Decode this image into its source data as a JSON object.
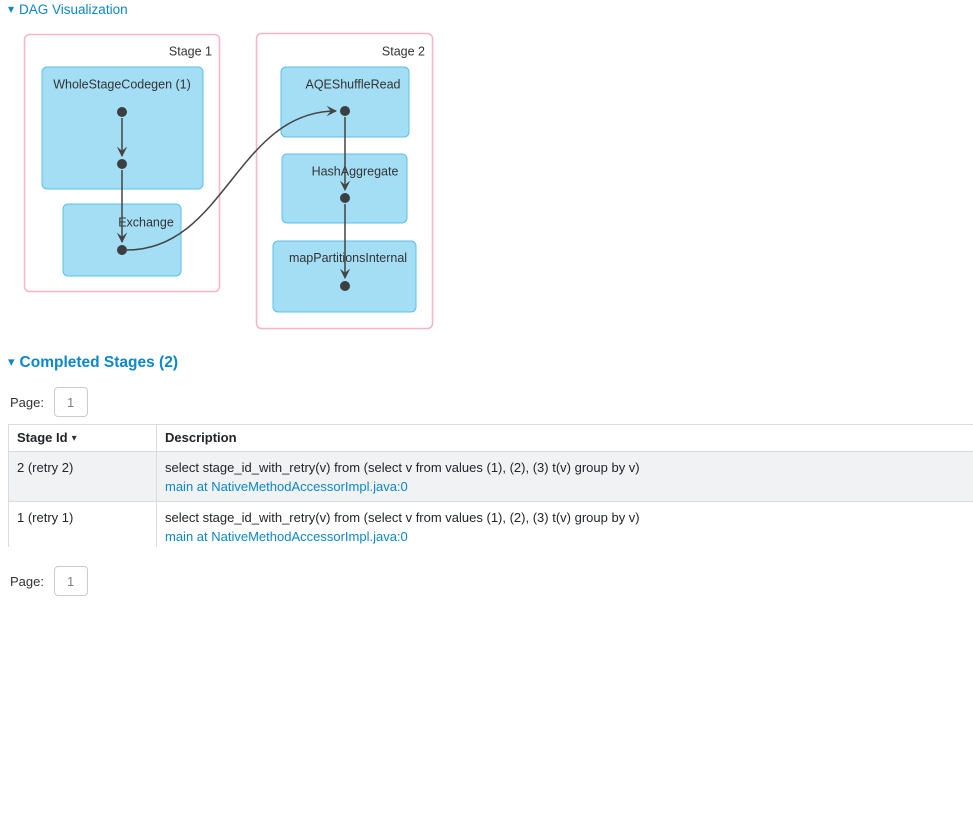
{
  "icons": {
    "caret_down": "▾",
    "sort_down": "▾"
  },
  "colors": {
    "link_blue": "#0d87c9",
    "stage_cluster_border": "#f9b3c7",
    "node_fill": "#a4def5",
    "node_border": "#57c0ec",
    "edge": "#444444",
    "striped_row": "#f1f2f3"
  },
  "sections": {
    "dag_title": "DAG Visualization",
    "stages_title": "Completed Stages (2)"
  },
  "dag": {
    "stage1_label": "Stage 1",
    "stage2_label": "Stage 2",
    "nodes": {
      "wholestagecodegen": "WholeStageCodegen (1)",
      "exchange": "Exchange",
      "aqeshuffleread": "AQEShuffleRead",
      "hashaggregate": "HashAggregate",
      "mappartitionsinternal": "mapPartitionsInternal"
    }
  },
  "pagination_top": {
    "label": "Page:",
    "value": "1"
  },
  "pagination_bottom": {
    "label": "Page:",
    "value": "1"
  },
  "table": {
    "columns": [
      "Stage Id",
      "Description"
    ],
    "rows": [
      {
        "stage_id": "2 (retry 2)",
        "description": "select stage_id_with_retry(v) from (select v from values (1), (2), (3) t(v) group by v)",
        "link": "main at NativeMethodAccessorImpl.java:0"
      },
      {
        "stage_id": "1 (retry 1)",
        "description": "select stage_id_with_retry(v) from (select v from values (1), (2), (3) t(v) group by v)",
        "link": "main at NativeMethodAccessorImpl.java:0"
      }
    ]
  }
}
